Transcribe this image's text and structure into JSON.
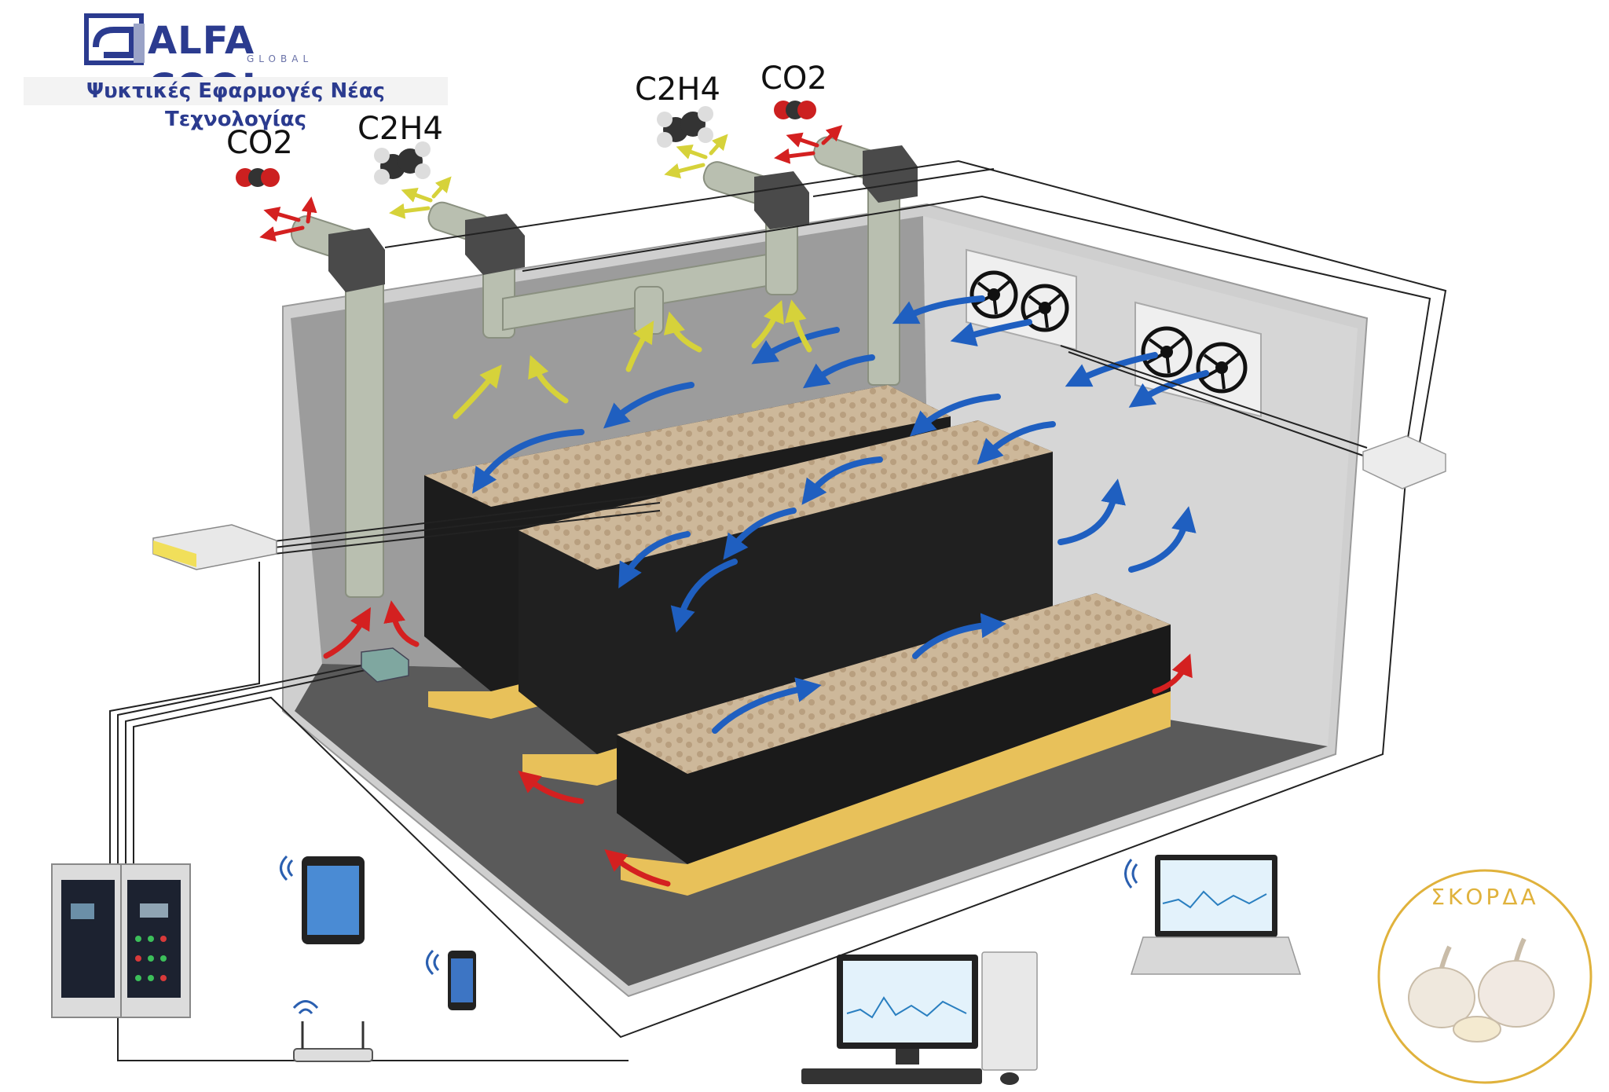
{
  "logo": {
    "brand": "ALFA COOL",
    "sub": "GLOBAL",
    "tagline": "Ψυκτικές Εφαρμογές Νέας Τεχνολογίας"
  },
  "gases": {
    "left_co2": "CO2",
    "left_c2h4": "C2H4",
    "right_c2h4": "C2H4",
    "right_co2": "CO2"
  },
  "product_badge": {
    "label": "ΣΚΟΡΔΑ"
  },
  "colors": {
    "brand_blue": "#2b3b8f",
    "room_wall": "#b0b0b0",
    "room_floor": "#5a5a5a",
    "pipe": "#b9bfb0",
    "crate": "#1c1c1c",
    "pallet": "#e8c15a",
    "arrow_cold": "#1f5fc0",
    "arrow_warm": "#d42020",
    "arrow_ethylene": "#d6d23a",
    "badge_gold": "#e0b23c"
  },
  "icons": [
    "logo-icon",
    "co2-molecule-icon",
    "ethylene-molecule-icon",
    "evaporator-fan-icon",
    "network-switch-icon",
    "access-point-icon",
    "sensor-module-icon",
    "control-panel-icon",
    "tablet-icon",
    "smartphone-icon",
    "wifi-router-icon",
    "desktop-computer-icon",
    "laptop-icon",
    "wifi-signal-icon",
    "garlic-icon"
  ]
}
